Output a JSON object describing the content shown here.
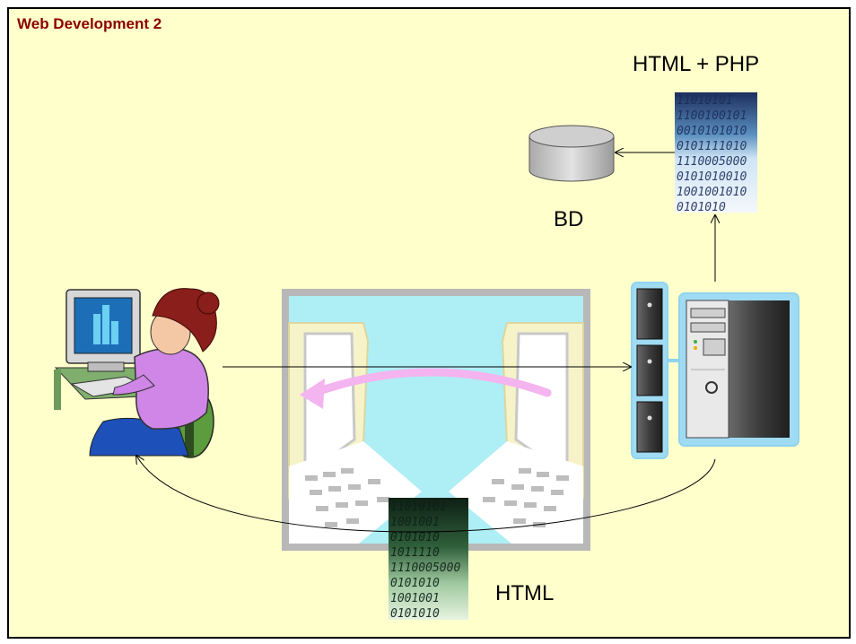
{
  "header": {
    "title": "Web Development 2"
  },
  "labels": {
    "server_output": "HTML + PHP",
    "database": "BD",
    "client_response": "HTML"
  },
  "binary_text": {
    "server_rows": [
      "11010101",
      "1100100101",
      "0010101010",
      "0101111010",
      "1110005000",
      "0101010010",
      "1001001010",
      "0101010"
    ],
    "client_rows": [
      "11010101",
      "1001001",
      "0101010",
      "1011110",
      "1110005000",
      "0101010",
      "1001001",
      "0101010"
    ]
  },
  "colors": {
    "background": "#ffffcc",
    "title": "#8b0000",
    "screen_bg": "#aeeef5",
    "pink_arrow": "#f4b4f0",
    "server_outline": "#8fd3ef"
  }
}
